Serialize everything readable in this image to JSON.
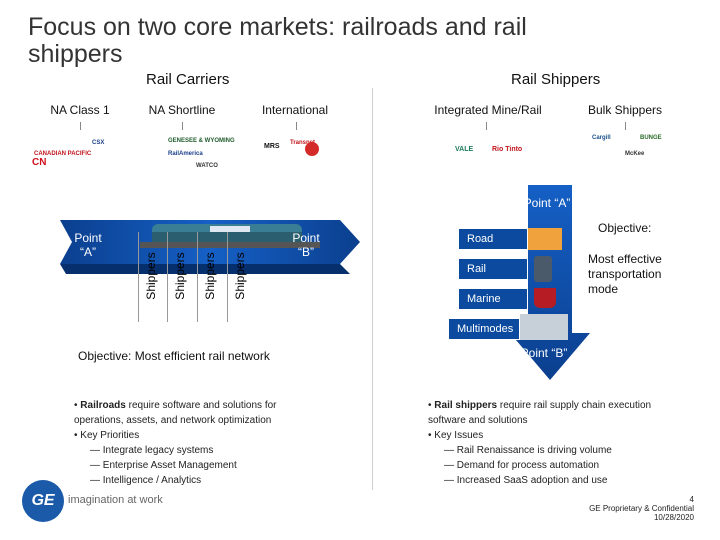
{
  "title": "Focus on two core markets: railroads and rail shippers",
  "left": {
    "heading": "Rail Carriers",
    "columns": [
      {
        "label": "NA Class 1",
        "logos": [
          "CSX",
          "CANADIAN PACIFIC",
          "CN"
        ]
      },
      {
        "label": "NA Shortline",
        "logos": [
          "GENESEE & WYOMING",
          "RailAmerica",
          "WATCO"
        ]
      },
      {
        "label": "International",
        "logos": [
          "MRS",
          "Transnet"
        ]
      }
    ],
    "point_a": "Point “A”",
    "point_b": "Point “B”",
    "shippers": [
      "Shippers",
      "Shippers",
      "Shippers",
      "Shippers"
    ],
    "objective": "Objective: Most efficient rail network",
    "bullets": [
      {
        "level": 1,
        "bold": "Railroads",
        "text": " require software and solutions for operations, assets, and network optimization"
      },
      {
        "level": 1,
        "bold": "",
        "text": "Key Priorities"
      },
      {
        "level": 2,
        "bold": "",
        "text": "Integrate legacy systems"
      },
      {
        "level": 2,
        "bold": "",
        "text": "Enterprise Asset Management"
      },
      {
        "level": 2,
        "bold": "",
        "text": "Intelligence / Analytics"
      }
    ]
  },
  "right": {
    "heading": "Rail Shippers",
    "columns": [
      {
        "label": "Integrated Mine/Rail",
        "logos": [
          "VALE",
          "Rio Tinto"
        ]
      },
      {
        "label": "Bulk Shippers",
        "logos": [
          "Cargill",
          "BUNGE",
          "McKee"
        ]
      }
    ],
    "point_a": "Point “A”",
    "point_b": "Point “B”",
    "modes": [
      "Road",
      "Rail",
      "Marine",
      "Multimodes"
    ],
    "objective_label": "Objective:",
    "objective_text": "Most effective transportation mode",
    "bullets": [
      {
        "level": 1,
        "bold": "Rail shippers",
        "text": " require rail supply chain execution software and solutions"
      },
      {
        "level": 1,
        "bold": "",
        "text": "Key Issues"
      },
      {
        "level": 2,
        "bold": "",
        "text": "Rail Renaissance is driving volume"
      },
      {
        "level": 2,
        "bold": "",
        "text": "Demand for process automation"
      },
      {
        "level": 2,
        "bold": "",
        "text": "Increased SaaS adoption and use"
      }
    ]
  },
  "footer": {
    "brand": "imagination at work",
    "ge_mark": "GE",
    "page_number": "4",
    "confidential": "GE Proprietary & Confidential",
    "date": "10/28/2020"
  },
  "colors": {
    "point_left": "#0f4aa6",
    "point_right": "#0b4a9e",
    "arrow_dark": "#062f6d",
    "ge_blue": "#1b5aa8"
  }
}
